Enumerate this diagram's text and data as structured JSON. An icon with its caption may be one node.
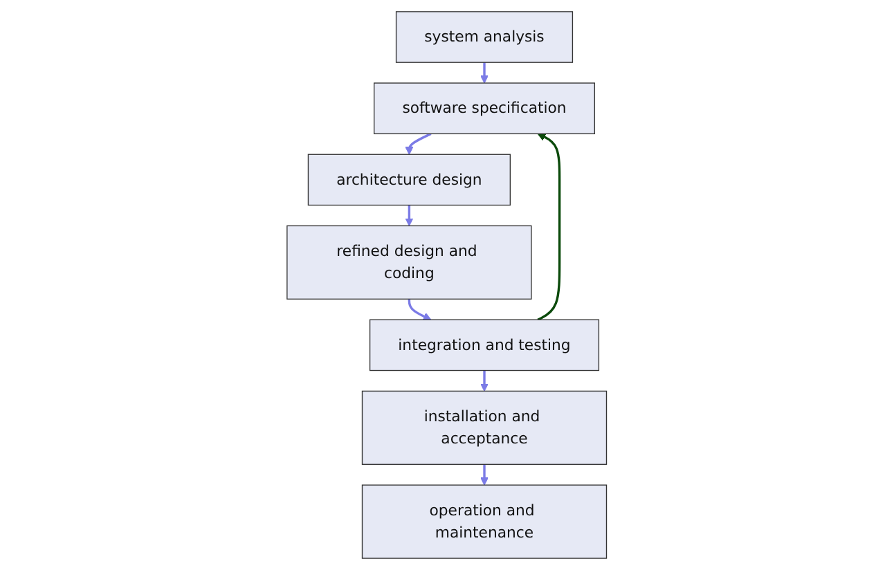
{
  "diagram": {
    "nodes": [
      {
        "text": [
          "system analysis"
        ]
      },
      {
        "text": [
          "software specification"
        ]
      },
      {
        "text": [
          "architecture design"
        ]
      },
      {
        "text": [
          "refined design and coding"
        ]
      },
      {
        "text": [
          "integration and testing"
        ]
      },
      {
        "text": [
          "installation and acceptance"
        ]
      },
      {
        "text": [
          "operation and maintenance"
        ]
      }
    ],
    "edges": [
      {
        "from": 0,
        "to": 1,
        "arrow": "to"
      },
      {
        "from": 1,
        "to": 2,
        "arrow": "to"
      },
      {
        "from": 2,
        "to": 3,
        "arrow": "to"
      },
      {
        "from": 3,
        "to": 4,
        "arrow": "to"
      },
      {
        "from": 4,
        "to": 5,
        "arrow": "to"
      },
      {
        "from": 5,
        "to": 6,
        "arrow": "to"
      },
      {
        "from": 4,
        "to": 1,
        "arrow": "to",
        "color": "#0b4a0b"
      }
    ]
  }
}
